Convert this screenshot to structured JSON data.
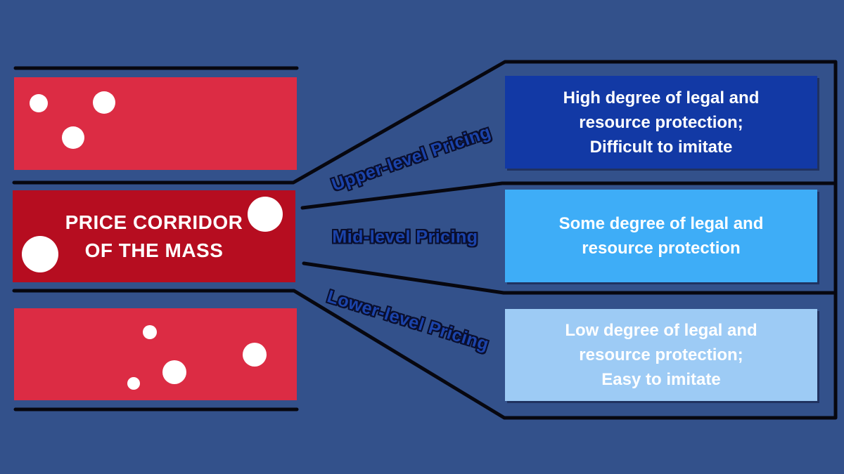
{
  "corridor": {
    "title_line1": "PRICE CORRIDOR",
    "title_line2": "OF THE MASS"
  },
  "pricing_labels": {
    "upper": "Upper-level Pricing",
    "mid": "Mid-level Pricing",
    "lower": "Lower-level Pricing"
  },
  "protection_boxes": {
    "upper": {
      "line1": "High degree of legal and",
      "line2": "resource protection;",
      "line3": "Difficult to imitate"
    },
    "mid": {
      "line1": "Some degree of legal and",
      "line2": "resource protection"
    },
    "lower": {
      "line1": "Low degree of legal and",
      "line2": "resource protection;",
      "line3": "Easy to imitate"
    }
  },
  "colors": {
    "background": "#33518B",
    "corridor_band_red": "#DC2C44",
    "corridor_core_red": "#B60D20",
    "upper_protection_blue": "#1239A5",
    "mid_protection_blue": "#3EADF7",
    "lower_protection_blue": "#9DCBF5",
    "pricing_label_blue": "#1C44AB",
    "pricing_label_outline": "#0A0F2E",
    "connector_line_black": "#07070F",
    "box_text_white": "#FFFFFF"
  }
}
